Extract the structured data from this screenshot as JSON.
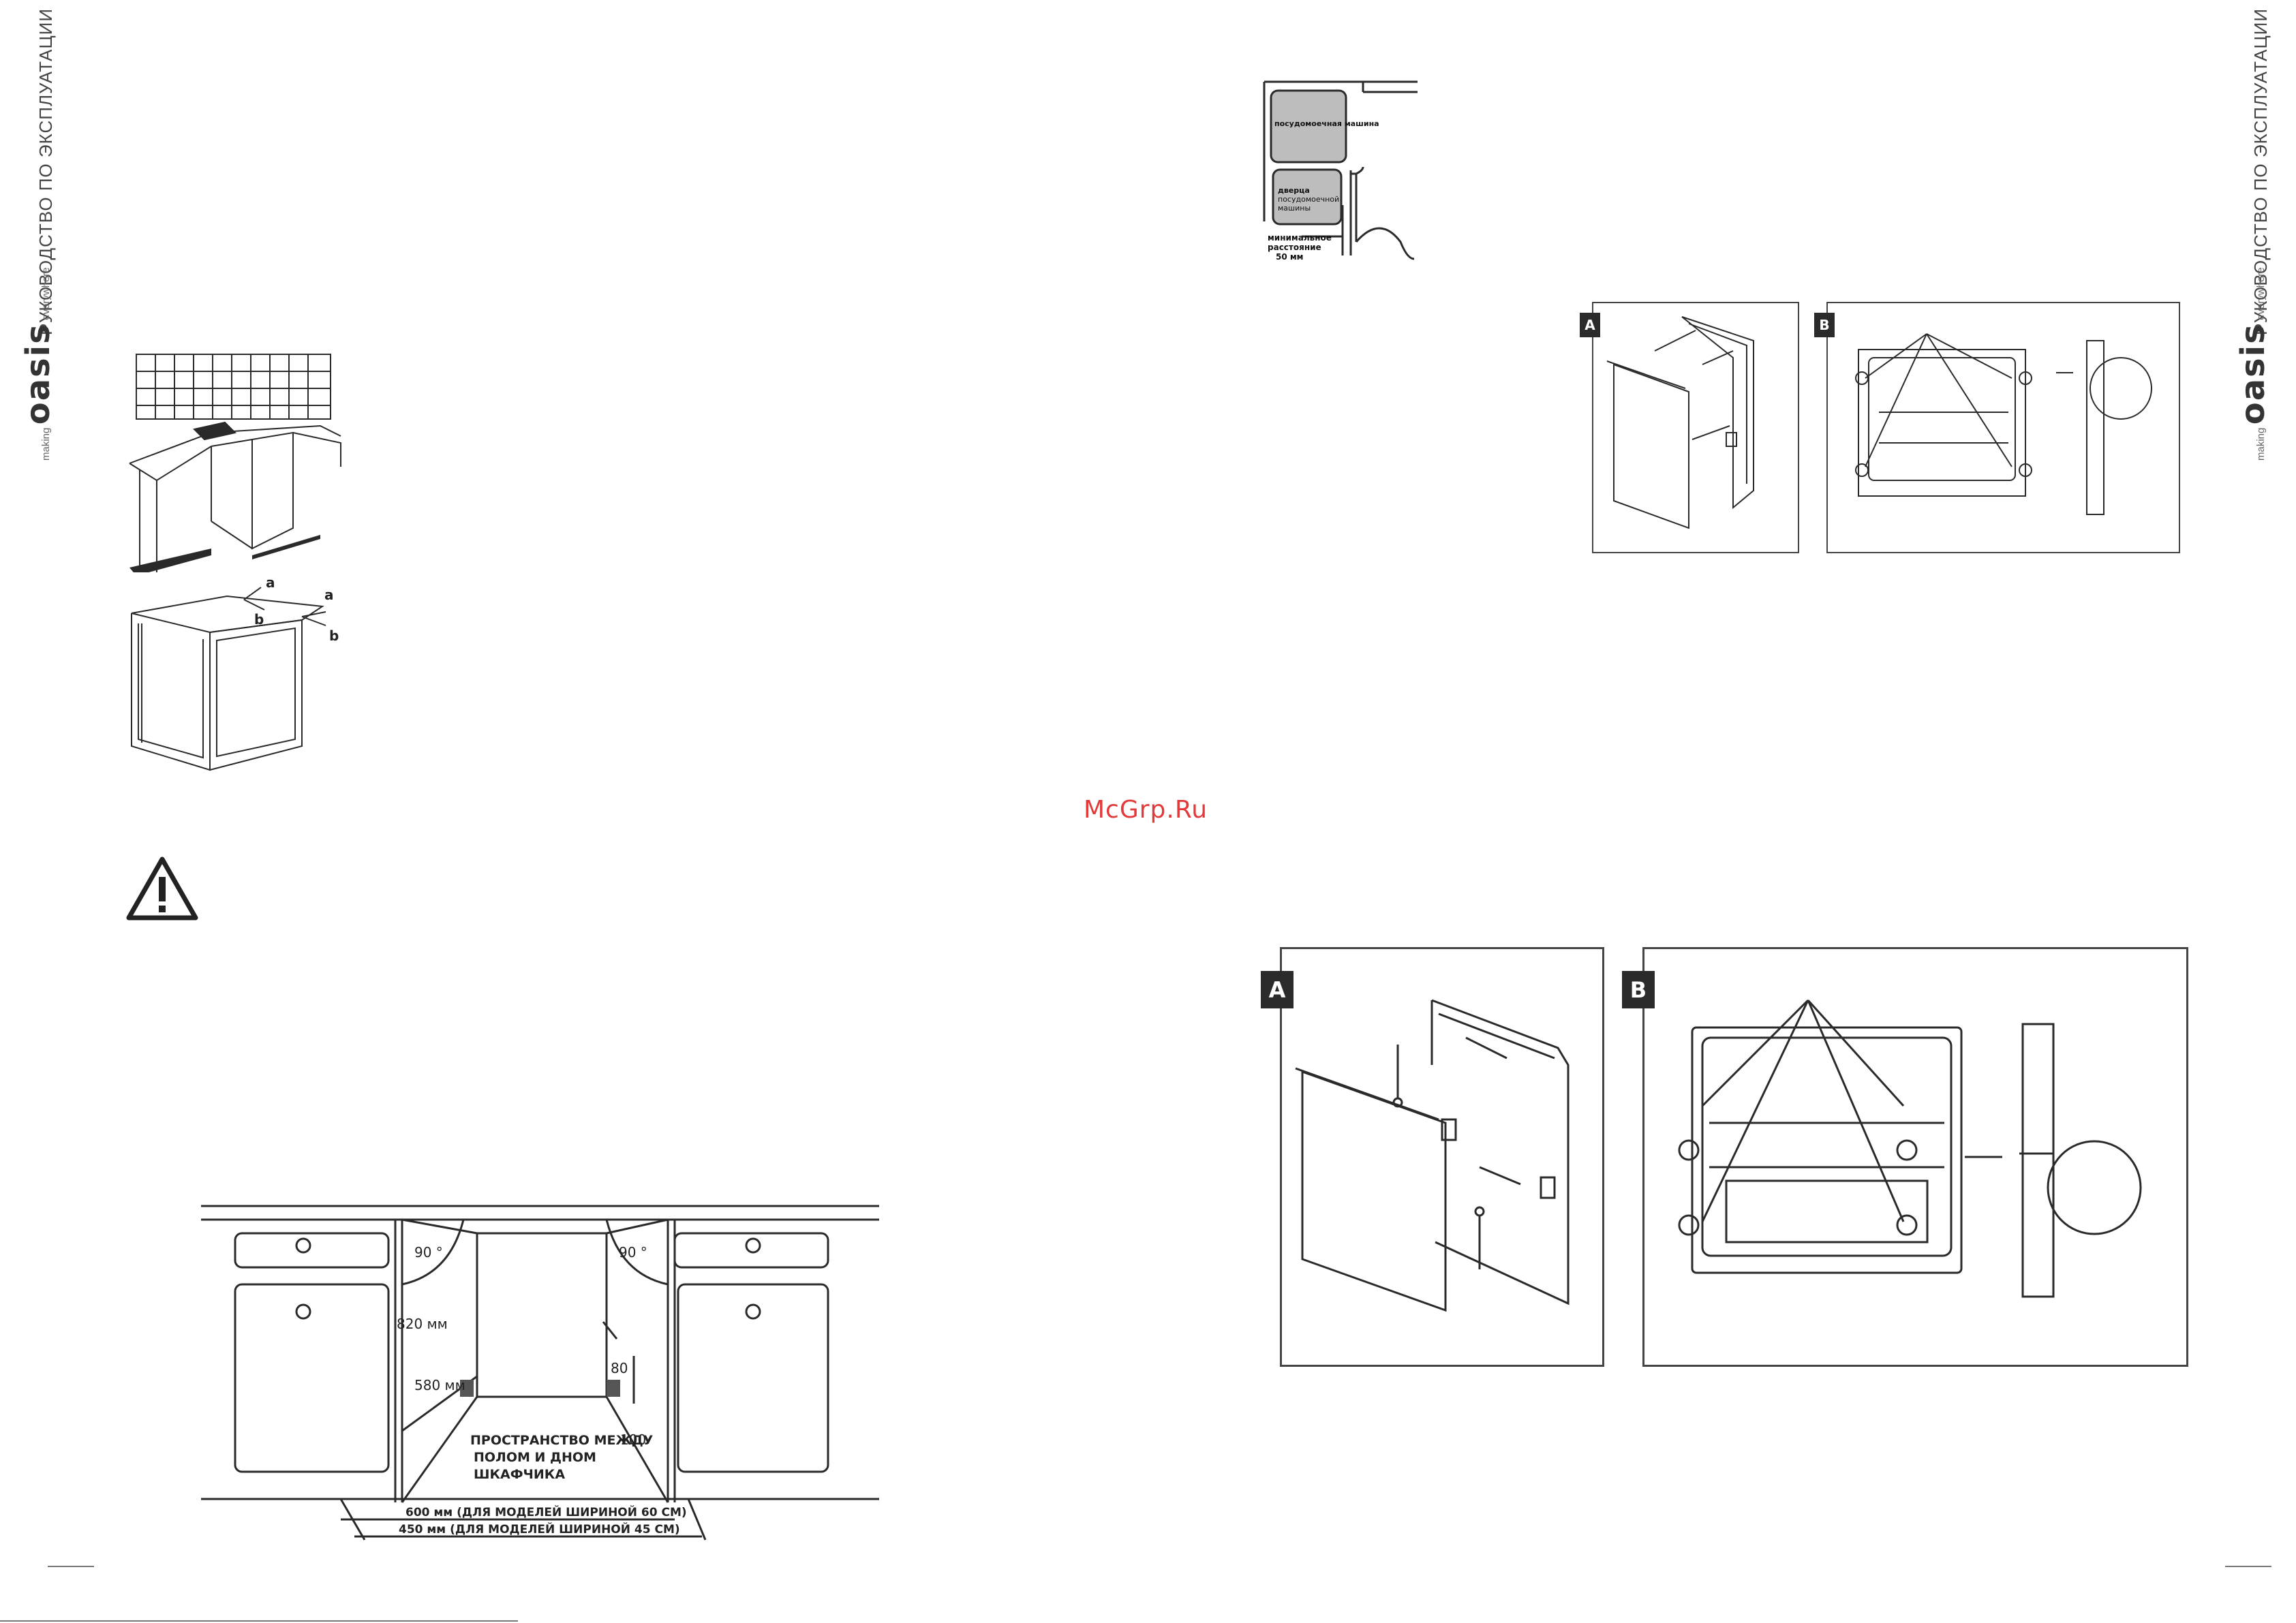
{
  "header": {
    "manual_title": "РУКОВОДСТВО ПО ЭКСПЛУАТАЦИИ",
    "brand": "oasis",
    "brand_tagline_top": "making",
    "brand_tagline_bottom": "everywhere"
  },
  "watermark": "McGrp.Ru",
  "clearance_diagram": {
    "dishwasher_label": "посудомоечная машина",
    "door_label_line1": "дверца",
    "door_label_line2": "посудомоечной",
    "door_label_line3": "машины",
    "min_distance_line1": "минимальное",
    "min_distance_line2": "расстояние",
    "min_distance_line3": "50 мм"
  },
  "adjust_diagram": {
    "label_a": "a",
    "label_b": "b"
  },
  "panels_small": {
    "badge_a": "A",
    "badge_b": "B"
  },
  "panels_large": {
    "badge_a": "A",
    "badge_b": "B"
  },
  "niche_diagram": {
    "angle_left": "90 °",
    "angle_right": "90 °",
    "height": "820 мм",
    "depth": "580 мм",
    "dim_80": "80",
    "dim_100": "100",
    "space_line1": "ПРОСТРАНСТВО МЕЖДУ",
    "space_line2": "ПОЛОМ И ДНОМ",
    "space_line3": "ШКАФЧИКА",
    "width_60": "600 мм (ДЛЯ МОДЕЛЕЙ ШИРИНОЙ 60 СМ)",
    "width_45": "450 мм (ДЛЯ МОДЕЛЕЙ ШИРИНОЙ 45 СМ)"
  },
  "colors": {
    "line": "#2a2a2a",
    "badge": "#2b2b2b",
    "watermark": "#e23a3a",
    "gray_fill": "#bdbdbd"
  }
}
